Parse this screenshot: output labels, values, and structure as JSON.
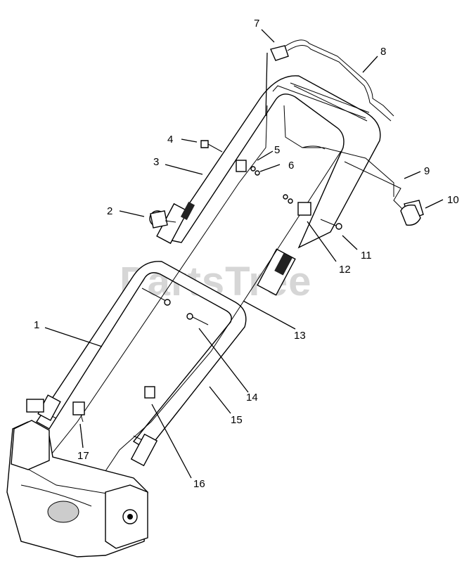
{
  "watermark": {
    "text": "PartsTree",
    "trademark": "™"
  },
  "callouts": [
    {
      "id": "1",
      "label": "1"
    },
    {
      "id": "2",
      "label": "2"
    },
    {
      "id": "3",
      "label": "3"
    },
    {
      "id": "4",
      "label": "4"
    },
    {
      "id": "5",
      "label": "5"
    },
    {
      "id": "6",
      "label": "6"
    },
    {
      "id": "7",
      "label": "7"
    },
    {
      "id": "8",
      "label": "8"
    },
    {
      "id": "9",
      "label": "9"
    },
    {
      "id": "10",
      "label": "10"
    },
    {
      "id": "11",
      "label": "11"
    },
    {
      "id": "12",
      "label": "12"
    },
    {
      "id": "13",
      "label": "13"
    },
    {
      "id": "14",
      "label": "14"
    },
    {
      "id": "15",
      "label": "15"
    },
    {
      "id": "16",
      "label": "16"
    },
    {
      "id": "17",
      "label": "17"
    }
  ],
  "colors": {
    "line": "#000000",
    "background": "#ffffff",
    "watermark": "#d6d6d6",
    "part_shade": "#e6e6e6"
  }
}
